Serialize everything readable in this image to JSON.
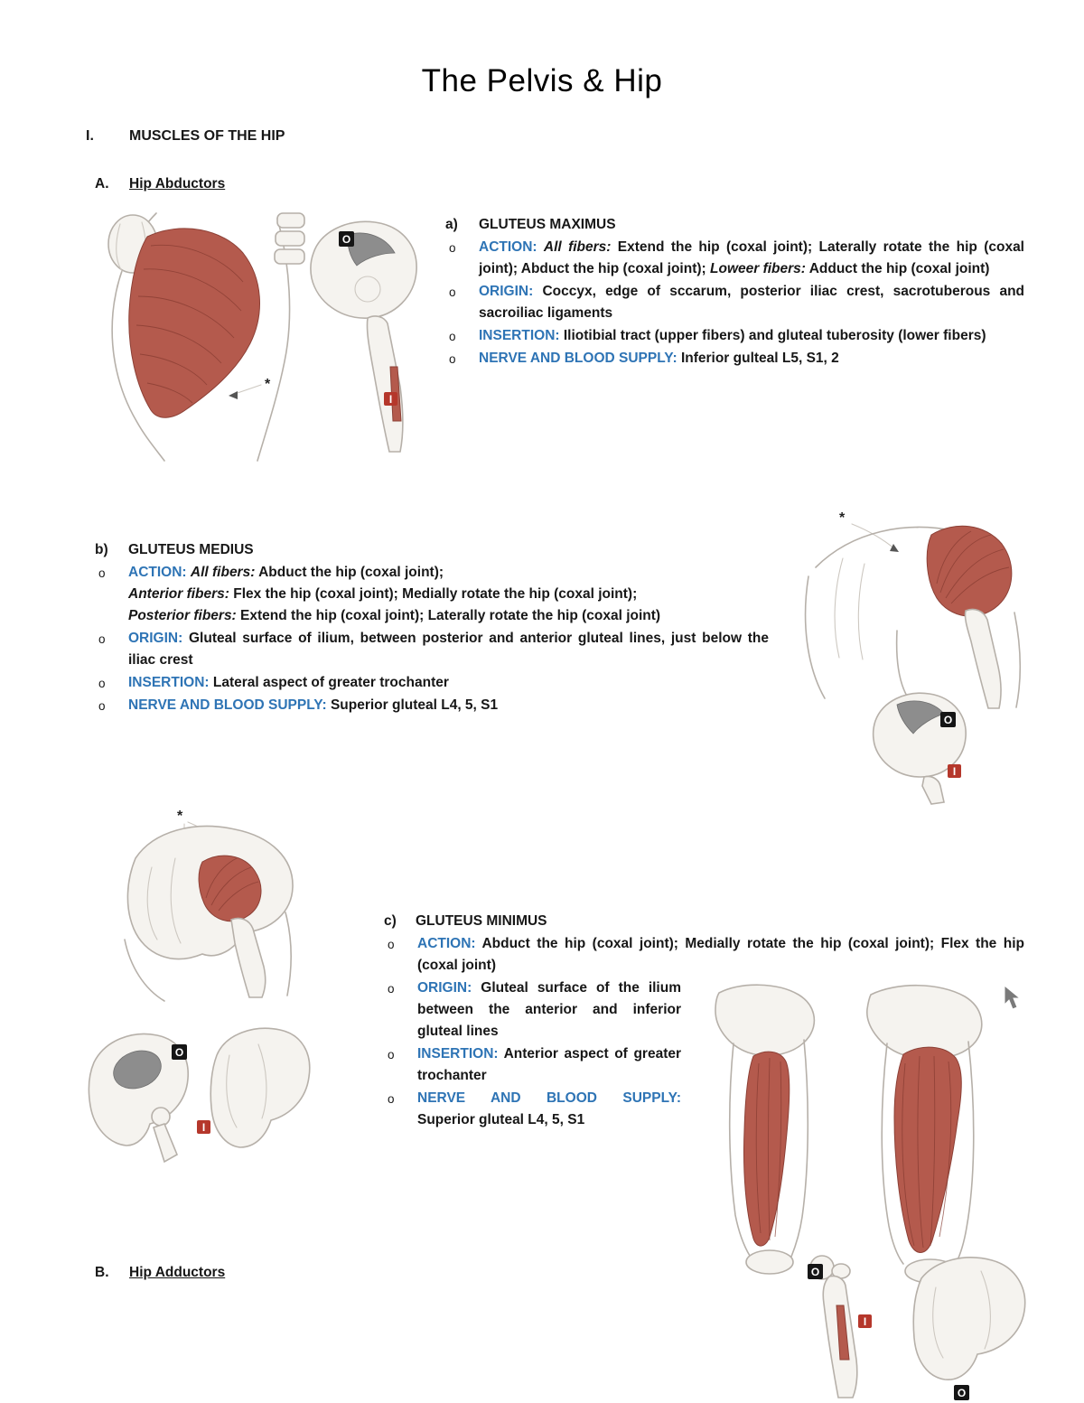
{
  "page": {
    "title": "The Pelvis & Hip",
    "sec1_num": "I.",
    "sec1_title": "MUSCLES OF THE HIP",
    "secA_num": "A.",
    "secA_title": "Hip Abductors",
    "secB_num": "B.",
    "secB_title": "Hip Adductors",
    "bullet_marker": "o",
    "asterisk": "*"
  },
  "markers": {
    "origin": "O",
    "insertion": "I"
  },
  "maximus": {
    "letter": "a)",
    "name": "GLUTEUS MAXIMUS",
    "action_label": "ACTION:",
    "action_it1": "All fibers:",
    "action_t1": "Extend the hip (coxal joint); Laterally rotate the hip (coxal joint); Abduct the hip (coxal joint);",
    "action_it2": "Loweer fibers:",
    "action_t2": "Adduct the hip (coxal joint)",
    "origin_label": "ORIGIN:",
    "origin_text": "Coccyx, edge of sccarum, posterior iliac crest, sacrotuberous and sacroiliac ligaments",
    "insertion_label": "INSERTION:",
    "insertion_text": "Iliotibial tract (upper fibers) and gluteal tuberosity (lower fibers)",
    "nerve_label": "NERVE AND BLOOD SUPPLY:",
    "nerve_text": "Inferior gulteal L5, S1, 2"
  },
  "medius": {
    "letter": "b)",
    "name": "GLUTEUS MEDIUS",
    "action_label": "ACTION:",
    "action_it1": "All fibers:",
    "action_t1": "Abduct the hip (coxal joint);",
    "action_it2": "Anterior fibers:",
    "action_t2": "Flex the hip (coxal joint); Medially rotate the hip (coxal joint);",
    "action_it3": "Posterior fibers:",
    "action_t3": "Extend the hip (coxal joint); Laterally rotate the hip (coxal joint)",
    "origin_label": "ORIGIN:",
    "origin_text": "Gluteal surface of ilium, between posterior and anterior gluteal lines, just below the iliac crest",
    "insertion_label": "INSERTION:",
    "insertion_text": "Lateral aspect of greater trochanter",
    "nerve_label": "NERVE AND BLOOD SUPPLY:",
    "nerve_text": "Superior gluteal L4, 5, S1"
  },
  "minimus": {
    "letter": "c)",
    "name": "GLUTEUS MINIMUS",
    "action_label": "ACTION:",
    "action_text": "Abduct the hip (coxal joint); Medially rotate the hip (coxal joint); Flex the hip (coxal joint)",
    "origin_label": "ORIGIN:",
    "origin_text": "Gluteal surface of the ilium between the anterior and inferior gluteal lines",
    "insertion_label": "INSERTION:",
    "insertion_text": "Anterior aspect of greater trochanter",
    "nerve_label": "NERVE AND BLOOD SUPPLY:",
    "nerve_text": "Superior gluteal L4, 5, S1"
  },
  "colors": {
    "label_blue": "#2E74B5",
    "muscle_red": "#b45a4d",
    "insertion_red": "#b5372b"
  }
}
